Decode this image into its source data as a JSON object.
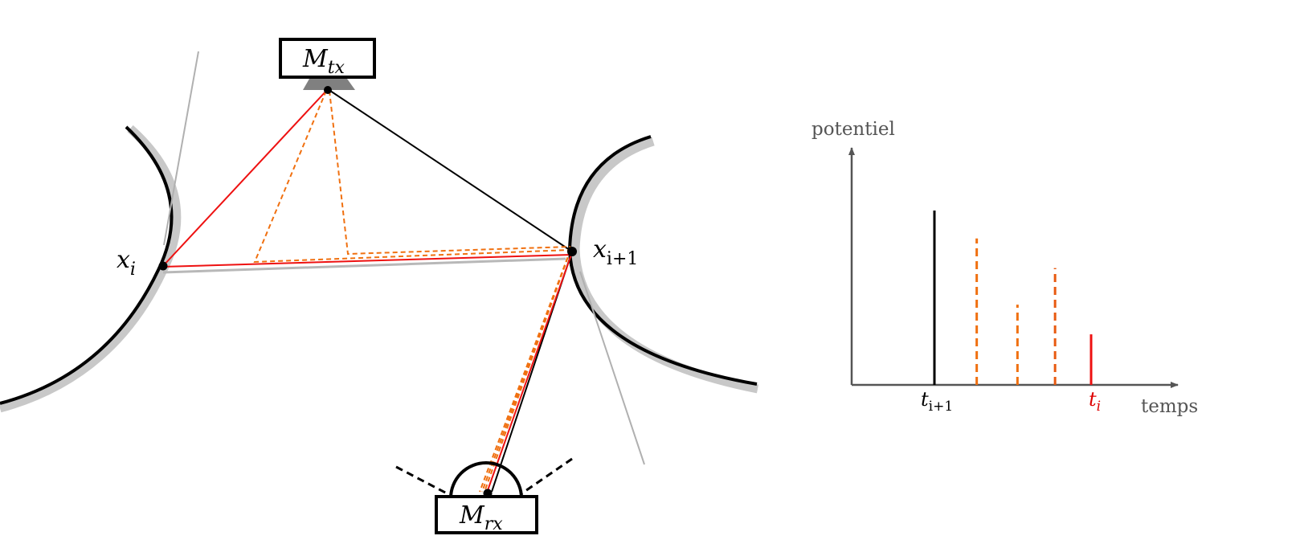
{
  "colors": {
    "direct": "#000000",
    "reflect_first": "#ee1111",
    "reflect_multi": "#f07010",
    "reflect_multi_dark": "#e85a10",
    "wall_shadow": "#c8c8c8",
    "tangent": "#b0b0b0",
    "axis": "#555555",
    "label_red": "#dd0000"
  },
  "labels": {
    "transmitter": {
      "base": "M",
      "sub": "tx"
    },
    "receiver": {
      "base": "M",
      "sub": "rx"
    },
    "point_i": {
      "base": "x",
      "sub": "i"
    },
    "point_i1": {
      "base": "x",
      "sub": "i+1"
    }
  },
  "chart_data": {
    "type": "bar",
    "ylabel": "potentiel",
    "xlabel": "temps",
    "tick_labels": [
      {
        "base": "t",
        "sub": "i+1",
        "color": "#000000"
      },
      {
        "base": "t",
        "sub": "i",
        "color": "#dd0000"
      }
    ],
    "pulses": [
      {
        "t": 0,
        "potentiel": 1.0,
        "style": "solid",
        "color": "#000000"
      },
      {
        "t": 0.27,
        "potentiel": 0.84,
        "style": "dashed",
        "color": "#f07010"
      },
      {
        "t": 0.53,
        "potentiel": 0.46,
        "style": "dashed",
        "color": "#f07010"
      },
      {
        "t": 0.77,
        "potentiel": 0.67,
        "style": "dashed",
        "color": "#e85a10"
      },
      {
        "t": 1.0,
        "potentiel": 0.29,
        "style": "solid",
        "color": "#ee1111"
      }
    ]
  }
}
